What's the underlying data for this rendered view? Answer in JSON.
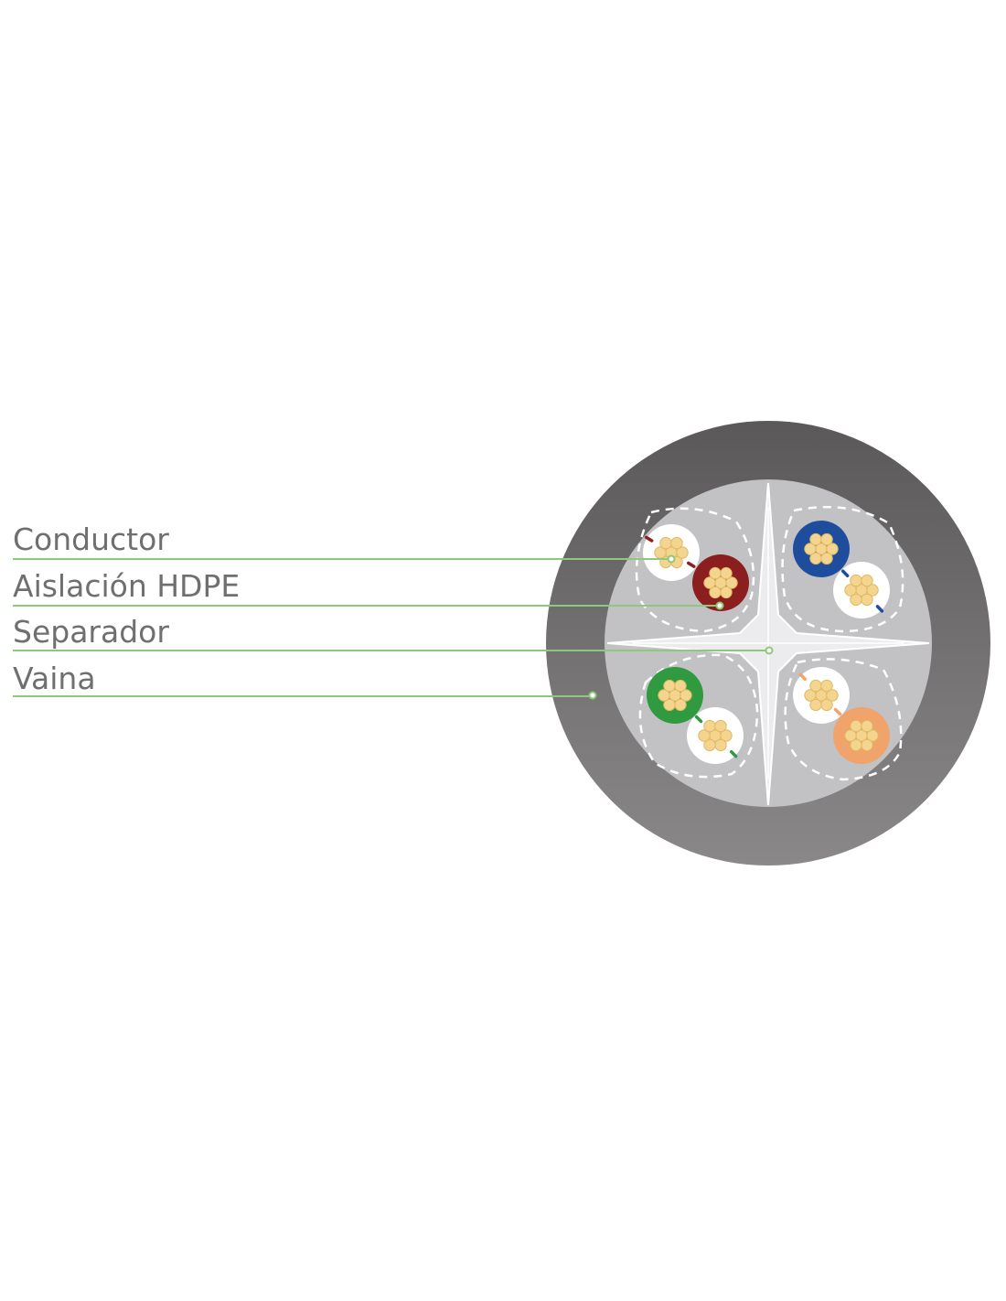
{
  "labels": [
    {
      "key": "conductor",
      "text": "Conductor"
    },
    {
      "key": "insulation",
      "text": "Aislación HDPE"
    },
    {
      "key": "separator",
      "text": "Separador"
    },
    {
      "key": "jacket",
      "text": "Vaina"
    }
  ],
  "colors": {
    "leader_line": "#8cc97a",
    "label_text": "#6f6f6f",
    "jacket_dark": "#5a5858",
    "jacket_light": "#8a8888",
    "core_fill": "#c2c2c4",
    "separator_fill": "#ececee",
    "copper": "#f3d590",
    "copper_edge": "#e2b760",
    "white_insulation": "#ffffff",
    "pair_brown": "#8b1f1f",
    "pair_blue": "#1f4d9e",
    "pair_green": "#2f9a3f",
    "pair_orange": "#f0a36a"
  },
  "pairs": [
    {
      "name": "brown",
      "color_key": "pair_brown",
      "quadrant": "top-left"
    },
    {
      "name": "blue",
      "color_key": "pair_blue",
      "quadrant": "top-right"
    },
    {
      "name": "green",
      "color_key": "pair_green",
      "quadrant": "bottom-left"
    },
    {
      "name": "orange",
      "color_key": "pair_orange",
      "quadrant": "bottom-right"
    }
  ]
}
